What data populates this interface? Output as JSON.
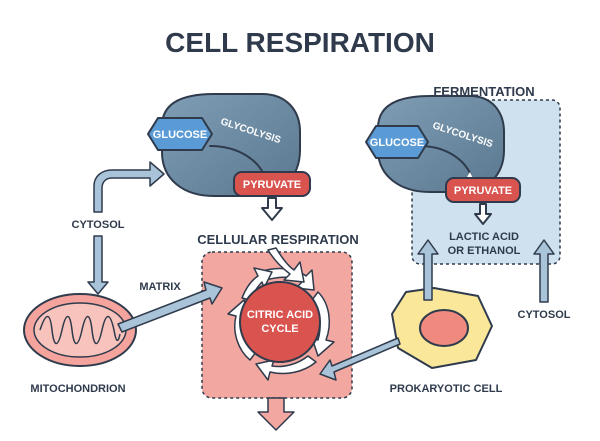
{
  "title": "CELL RESPIRATION",
  "labels": {
    "glucose": "GLUCOSE",
    "glycolysis": "GLYCOLYSIS",
    "pyruvate": "PYRUVATE",
    "fermentation": "FERMENTATION",
    "lactic_line1": "LACTIC ACID",
    "lactic_line2": "OR ETHANOL",
    "cellular_respiration": "CELLULAR RESPIRATION",
    "citric_line1": "CITRIC ACID",
    "citric_line2": "CYCLE",
    "cytosol_left": "CYTOSOL",
    "cytosol_right": "CYTOSOL",
    "matrix": "MATRIX",
    "mitochondrion": "MITOCHONDRION",
    "prokaryotic_cell": "PROKARYOTIC CELL"
  },
  "colors": {
    "outline": "#2f3b4c",
    "glucose": "#5b9bd5",
    "pyruvate": "#d9534f",
    "glycolysis_body": "#6f8fa8",
    "fermentation_bg": "#cfe0ee",
    "cellular_bg": "#f2a7a1",
    "citric_core": "#d9534f",
    "arrow_blue": "#a9c3d8",
    "mitochondrion": "#f4a49c",
    "prokaryote_outer": "#fbe79a",
    "prokaryote_core": "#f08a7e"
  }
}
